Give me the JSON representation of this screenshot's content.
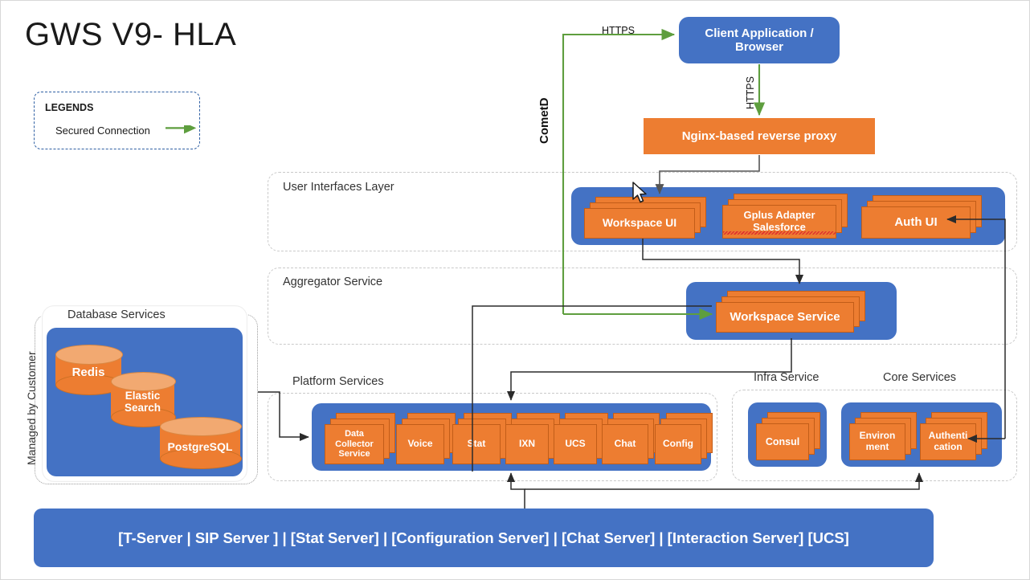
{
  "title": "GWS V9- HLA",
  "legend": {
    "heading": "LEGENDS",
    "item_label": "Secured Connection",
    "arrow_color": "#5E9E3E",
    "border_color": "#2E5FA3"
  },
  "colors": {
    "blue": "#4472C4",
    "orange": "#ED7D31",
    "cylinder_top": "#F2A971",
    "secure_green": "#5E9E3E",
    "connector": "#2b2b2b",
    "group_dash": "#C9C9C9"
  },
  "outer_label": "Managed by Customer",
  "nodes": {
    "client": "Client Application / Browser",
    "proxy": "Nginx-based reverse proxy"
  },
  "connectors": {
    "https_top": "HTTPS",
    "https_proxy": "HTTPS",
    "cometd": "CometD"
  },
  "groups": {
    "ui_layer": "User Interfaces Layer",
    "aggregator": "Aggregator Service",
    "platform": "Platform Services",
    "infra": "Infra Service",
    "core": "Core Services",
    "database": "Database Services"
  },
  "ui_layer_items": [
    {
      "label": "Workspace UI"
    },
    {
      "label": "Gplus Adapter Salesforce",
      "spellcheck_underline": true
    },
    {
      "label": "Auth UI"
    }
  ],
  "aggregator_items": [
    {
      "label": "Workspace Service"
    }
  ],
  "platform_items": [
    {
      "label": "Data Collector Service"
    },
    {
      "label": "Voice"
    },
    {
      "label": "Stat"
    },
    {
      "label": "IXN"
    },
    {
      "label": "UCS"
    },
    {
      "label": "Chat"
    },
    {
      "label": "Config"
    }
  ],
  "infra_items": [
    {
      "label": "Consul"
    }
  ],
  "core_items": [
    {
      "label": "Environ ment"
    },
    {
      "label": "Authenti cation"
    }
  ],
  "database_items": [
    {
      "label": "Redis"
    },
    {
      "label": "Elastic Search"
    },
    {
      "label": "PostgreSQL"
    }
  ],
  "bottom_bar": "[T-Server | SIP Server ] | [Stat Server] | [Configuration Server] | [Chat Server] | [Interaction Server] [UCS]"
}
